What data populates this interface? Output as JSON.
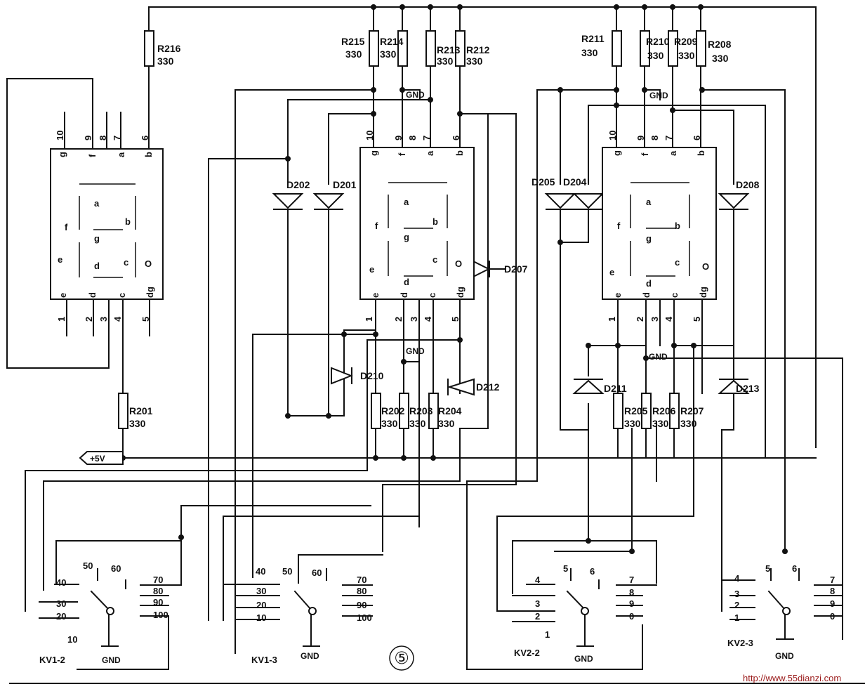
{
  "diagram": {
    "resistors_top": [
      {
        "ref": "R216",
        "value": "330"
      },
      {
        "ref": "R215",
        "value": "330"
      },
      {
        "ref": "R214",
        "value": "330"
      },
      {
        "ref": "R213",
        "value": "330"
      },
      {
        "ref": "R212",
        "value": "330"
      },
      {
        "ref": "R211",
        "value": "330"
      },
      {
        "ref": "R210",
        "value": "330"
      },
      {
        "ref": "R209",
        "value": "330"
      },
      {
        "ref": "R208",
        "value": "330"
      }
    ],
    "resistors_bottom": [
      {
        "ref": "R201",
        "value": "330"
      },
      {
        "ref": "R202",
        "value": "330"
      },
      {
        "ref": "R203",
        "value": "330"
      },
      {
        "ref": "R204",
        "value": "330"
      },
      {
        "ref": "R205",
        "value": "330"
      },
      {
        "ref": "R206",
        "value": "330"
      },
      {
        "ref": "R207",
        "value": "330"
      }
    ],
    "diodes": [
      "D202",
      "D201",
      "D207",
      "D210",
      "D212",
      "D205",
      "D204",
      "D208",
      "D211",
      "D213"
    ],
    "gnd": "GND",
    "supply": "+5V",
    "display_top_pins": [
      "10",
      "9",
      "8",
      "7",
      "6"
    ],
    "display_top_pin_names": [
      "g",
      "f",
      "a",
      "b"
    ],
    "display_bottom_pins": [
      "1",
      "2",
      "3",
      "4",
      "5"
    ],
    "display_bottom_pin_names": [
      "e",
      "d",
      "c",
      "dg"
    ],
    "display_segment_labels": {
      "a": "a",
      "b": "b",
      "c": "c",
      "d": "d",
      "e": "e",
      "f": "f",
      "g": "g",
      "dp": "O"
    },
    "switches": [
      {
        "name": "KV1-2",
        "left": [
          "40",
          "30",
          "20"
        ],
        "top": [
          "50",
          "60"
        ],
        "right": [
          "70",
          "80",
          "90",
          "100"
        ],
        "under": "10"
      },
      {
        "name": "KV1-3",
        "left": [
          "30",
          "20",
          "10"
        ],
        "top": [
          "40",
          "50",
          "60"
        ],
        "right": [
          "70",
          "80",
          "90",
          "100"
        ]
      },
      {
        "name": "KV2-2",
        "left": [
          "4",
          "3",
          "2"
        ],
        "top": [
          "5",
          "6"
        ],
        "right": [
          "7",
          "8",
          "9",
          "0"
        ],
        "under": "1"
      },
      {
        "name": "KV2-3",
        "left": [
          "4",
          "3",
          "2",
          "1"
        ],
        "top": [
          "5",
          "6"
        ],
        "right": [
          "7",
          "8",
          "9",
          "0"
        ]
      }
    ],
    "figure_number": "⑤",
    "watermark": "http://www.55dianzi.com"
  }
}
